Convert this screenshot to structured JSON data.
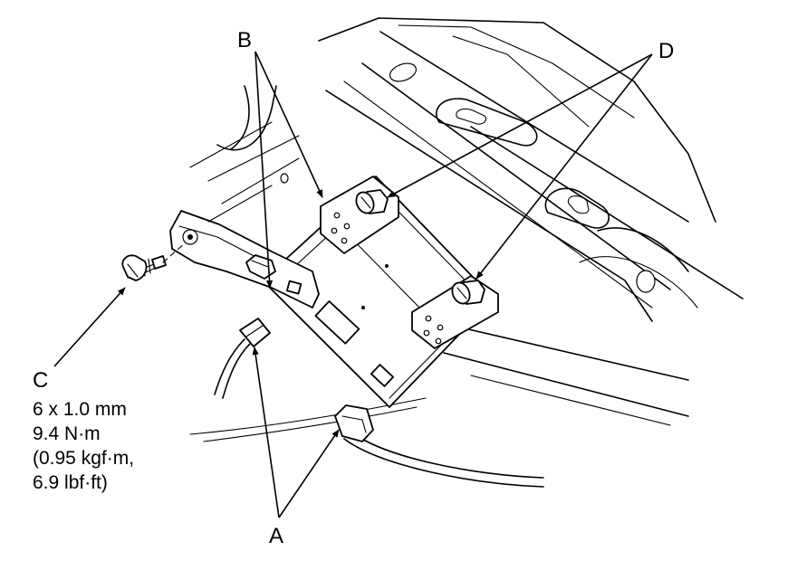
{
  "callouts": {
    "a": "A",
    "b": "B",
    "c": "C",
    "d": "D"
  },
  "spec_c": {
    "line1": "6 x 1.0 mm",
    "line2": "9.4 N·m",
    "line3": "(0.95 kgf·m,",
    "line4": "6.9 lbf·ft)"
  }
}
